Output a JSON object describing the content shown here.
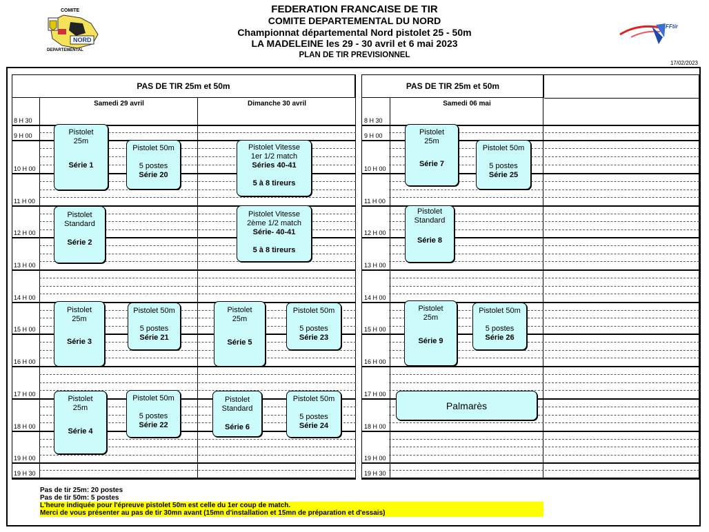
{
  "header": {
    "line1": "FEDERATION FRANCAISE DE TIR",
    "line2": "COMITE DEPARTEMENTAL DU NORD",
    "line3": "Championnat départemental Nord  pistolet 25 - 50m",
    "line4": "LA MADELEINE les 29 - 30 avril et 6 mai 2023",
    "line5": "PLAN DE TIR PREVISIONNEL",
    "date": "17/02/2023"
  },
  "logo_left": {
    "top_text": "COMITE",
    "center_text": "NORD",
    "bottom_text": "DEPARTEMENTAL",
    "icon": "comite-nord-logo"
  },
  "logo_right": {
    "text": "FFtir",
    "icon": "fftir-logo"
  },
  "colors": {
    "box": "#ccfbfb",
    "notes_highlight": "#ffff00"
  },
  "panels": [
    {
      "title": "PAS DE TIR  25m et 50m",
      "days": [
        "Samedi 29 avril",
        "Dimanche 30 avril"
      ]
    },
    {
      "title": "PAS DE TIR  25m et 50m",
      "days": [
        "Samedi 06 mai"
      ]
    }
  ],
  "times": [
    "8 H 30",
    "9 H 00",
    "10 H 00",
    "11 H 00",
    "12 H 00",
    "13 H 00",
    "14 H 00",
    "15 H 00",
    "16 H 00",
    "17 H 00",
    "18 H 00",
    "19 H 00",
    "19 H 30"
  ],
  "sessions": [
    {
      "lines": [
        "Pistolet",
        "25m"
      ],
      "bold": [
        "Série 1"
      ]
    },
    {
      "lines": [
        "Pistolet 50m",
        "",
        "5 postes"
      ],
      "bold": [
        "Série 20"
      ]
    },
    {
      "lines": [
        "Pistolet Vitesse",
        "1er 1/2 match"
      ],
      "bold": [
        "Séries 40-41",
        "",
        "5 à 8 tireurs"
      ]
    },
    {
      "lines": [
        "Pistolet",
        "25m"
      ],
      "bold": [
        "Série 7"
      ]
    },
    {
      "lines": [
        "Pistolet 50m",
        "",
        "5 postes"
      ],
      "bold": [
        "Série 25"
      ]
    },
    {
      "lines": [
        "Pistolet",
        "Standard"
      ],
      "bold": [
        "Série 2"
      ]
    },
    {
      "lines": [
        "Pistolet Vitesse",
        "2ème 1/2 match"
      ],
      "bold": [
        "Série- 40-41",
        "",
        "5 à 8 tireurs"
      ]
    },
    {
      "lines": [
        "Pistolet",
        "Standard"
      ],
      "bold": [
        "Série 8"
      ]
    },
    {
      "lines": [
        "Pistolet",
        "25m"
      ],
      "bold": [
        "Série 3"
      ]
    },
    {
      "lines": [
        "Pistolet 50m",
        "",
        "5 postes"
      ],
      "bold": [
        "Série 21"
      ]
    },
    {
      "lines": [
        "Pistolet",
        "25m"
      ],
      "bold": [
        "Série 5"
      ]
    },
    {
      "lines": [
        "Pistolet 50m",
        "",
        "5 postes"
      ],
      "bold": [
        "Série 23"
      ]
    },
    {
      "lines": [
        "Pistolet",
        "25m"
      ],
      "bold": [
        "Série 9"
      ]
    },
    {
      "lines": [
        "Pistolet 50m",
        "",
        "5 postes"
      ],
      "bold": [
        "Série 26"
      ]
    },
    {
      "lines": [
        "Pistolet",
        "25m"
      ],
      "bold": [
        "Série 4"
      ]
    },
    {
      "lines": [
        "Pistolet 50m",
        "",
        "5 postes"
      ],
      "bold": [
        "Série 22"
      ]
    },
    {
      "lines": [
        "Pistolet",
        "Standard"
      ],
      "bold": [
        "Série 6"
      ]
    },
    {
      "lines": [
        "Pistolet 50m",
        "",
        "5 postes"
      ],
      "bold": [
        "Série 24"
      ]
    },
    {
      "lines": [
        "Palmarès"
      ],
      "bold": []
    }
  ],
  "notes": {
    "line1": "Pas de tir 25m:  20 postes",
    "line2": "Pas de tir 50m:  5 postes",
    "line3": "L'heure indiquée pour l'épreuve pistolet 50m est celle du 1er coup de match.",
    "line4": "Merci de vous présenter au pas de tir 30mn avant (15mn d'installation et 15mn de préparation et d'essais)"
  }
}
